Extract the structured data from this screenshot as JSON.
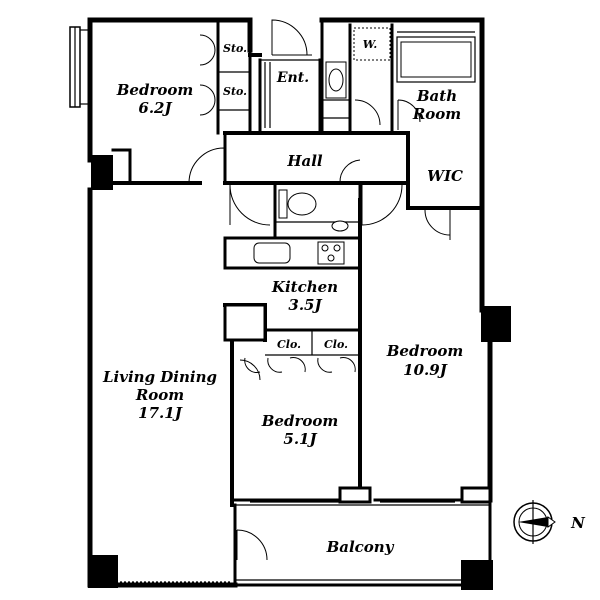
{
  "plan": {
    "rooms": {
      "bedroom_nw": {
        "name": "Bedroom",
        "area": "6.2J"
      },
      "storage_top": "Sto.",
      "storage_bottom": "Sto.",
      "entrance": "Ent.",
      "washer": "W.",
      "bath": {
        "line1": "Bath",
        "line2": "Room"
      },
      "hall": "Hall",
      "wic": "WIC",
      "kitchen": {
        "name": "Kitchen",
        "area": "3.5J"
      },
      "living": {
        "line1": "Living Dining",
        "line2": "Room",
        "area": "17.1J"
      },
      "bedroom_e": {
        "name": "Bedroom",
        "area": "10.9J"
      },
      "bedroom_s": {
        "name": "Bedroom",
        "area": "5.1J"
      },
      "closet_1": "Clo.",
      "closet_2": "Clo.",
      "balcony": "Balcony"
    },
    "compass": {
      "north_label": "N"
    }
  }
}
